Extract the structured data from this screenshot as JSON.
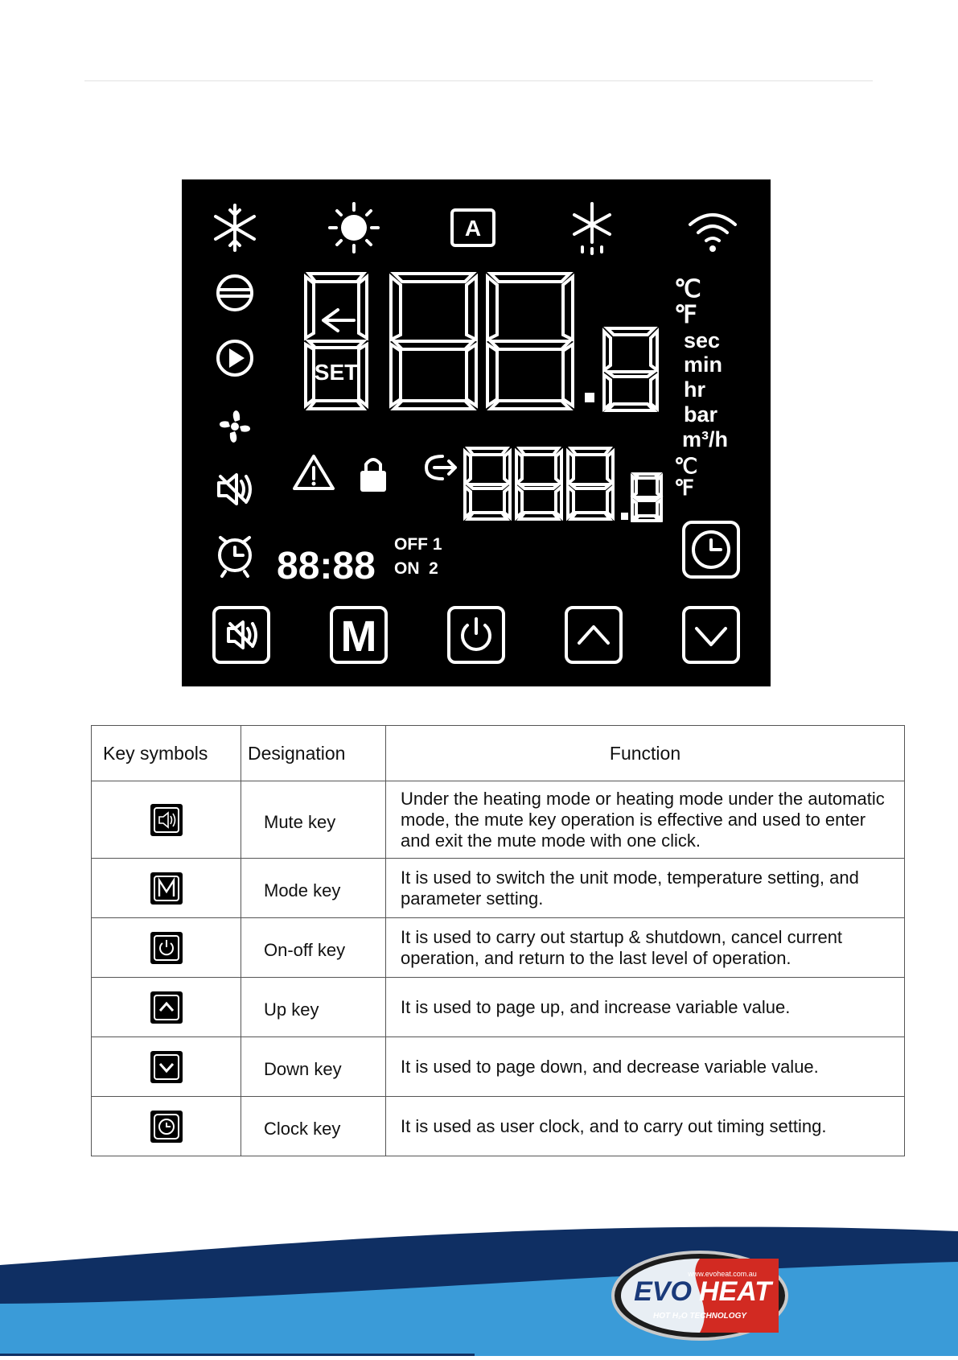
{
  "lcd": {
    "units_upper": [
      "℃",
      "℉",
      "sec",
      "min",
      "hr",
      "bar",
      "m³/h"
    ],
    "units_lower": [
      "℃",
      "℉"
    ],
    "set_label": "SET",
    "clock_digits": "88:88",
    "timer_off": "OFF 1",
    "timer_on": "ON  2",
    "mode_letter": "A",
    "key_mode_letter": "M"
  },
  "table": {
    "headers": {
      "symbols": "Key symbols",
      "designation": "Designation",
      "function": "Function"
    },
    "rows": [
      {
        "icon": "mute-key-icon",
        "name": "Mute key",
        "function": "Under the heating mode or heating mode under the automatic mode, the mute key operation is effective and used to enter and exit the mute mode with one click."
      },
      {
        "icon": "mode-key-icon",
        "name": "Mode key",
        "function": "It is used to switch the unit mode, temperature setting, and parameter setting."
      },
      {
        "icon": "power-key-icon",
        "name": "On-off key",
        "function": "It is used to carry out startup & shutdown, cancel current operation, and return to the last level of operation."
      },
      {
        "icon": "up-key-icon",
        "name": "Up key",
        "function": "It is used to page up, and increase variable value."
      },
      {
        "icon": "down-key-icon",
        "name": "Down key",
        "function": "It is used to page down, and decrease variable value."
      },
      {
        "icon": "clock-key-icon",
        "name": "Clock key",
        "function": "It is used as user clock, and to carry out timing setting."
      }
    ]
  },
  "footer": {
    "logo_left": "EVO",
    "logo_right": "HEAT",
    "logo_tagline": "HOT H₂O TECHNOLOGY",
    "logo_url": "www.evoheat.com.au"
  },
  "colors": {
    "wave_light": "#3a9bd8",
    "wave_dark": "#0f2f63",
    "lcd_bg": "#000000",
    "logo_red": "#d22a22"
  }
}
